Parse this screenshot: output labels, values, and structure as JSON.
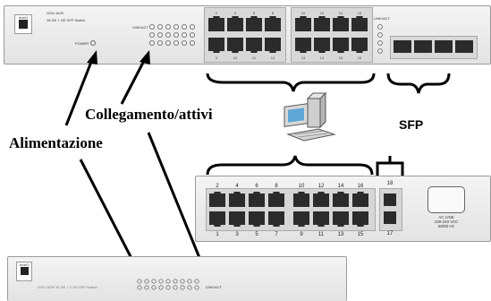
{
  "labels": {
    "power": "Alimentazione",
    "link_activity": "Collegamento/attivi",
    "sfp": "SFP"
  },
  "top_switch": {
    "brand": "level1",
    "model": "GSU-1629",
    "description": "16 GE + GE SFP Switch",
    "power_led_text": "POWER",
    "group_label_left": "LINK/ACT",
    "group_label_right": "LINK/ACT",
    "top_port_numbers": [
      "2",
      "4",
      "6",
      "8",
      "10",
      "12",
      "14",
      "16"
    ],
    "bottom_port_numbers": [
      "9",
      "10",
      "11",
      "12",
      "13",
      "14",
      "15",
      "16"
    ]
  },
  "rear_panel": {
    "top_port_numbers": [
      "2",
      "4",
      "6",
      "8",
      "10",
      "12",
      "14",
      "16"
    ],
    "bottom_port_numbers": [
      "1",
      "3",
      "5",
      "7",
      "9",
      "11",
      "13",
      "15"
    ],
    "sfp_top_number": "18",
    "sfp_bottom_number": "17",
    "power_spec": [
      "AC LINE",
      "100-240 VAC",
      "50/60 Hz"
    ]
  },
  "bottom_switch": {
    "brand": "level1",
    "model_text": "GSU-1629  16 GE + 2 GE SFP Switch",
    "led_label": "LINK/ACT"
  },
  "colors": {
    "port": "#2b2b2b",
    "chassis": "#ececec",
    "outline": "#8c8c8c"
  }
}
